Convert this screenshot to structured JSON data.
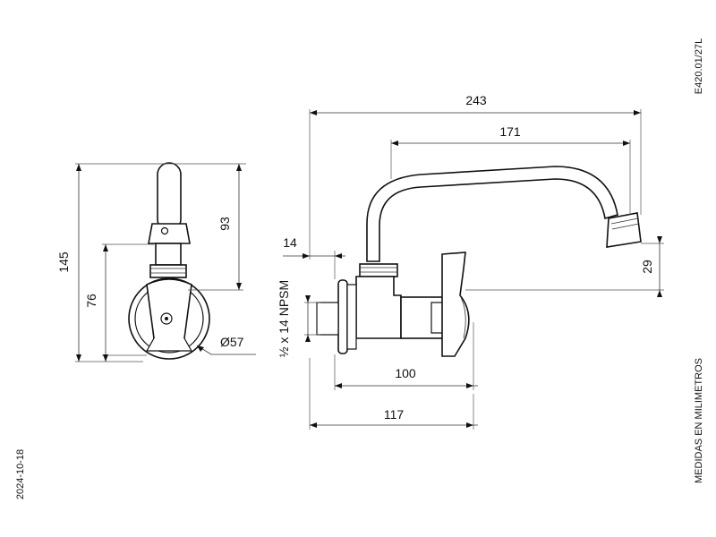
{
  "drawing": {
    "code": "E420.01/27L",
    "date": "2024-10-18",
    "units_note": "MEDIDAS EN MILIMETROS",
    "thread_label": "½ x 14 NPSM",
    "diameter_label": "Ø57"
  },
  "dimensions": {
    "d243": "243",
    "d171": "171",
    "d14": "14",
    "d29": "29",
    "d100": "100",
    "d117": "117",
    "d145": "145",
    "d93": "93",
    "d76": "76"
  }
}
